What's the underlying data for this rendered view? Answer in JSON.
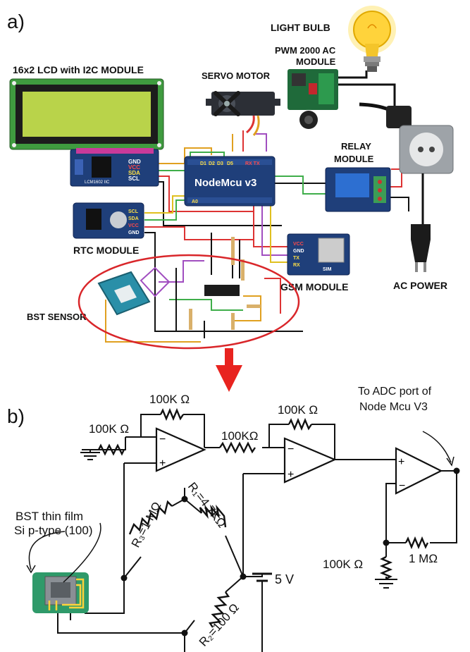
{
  "part_a": {
    "panel_label": "a)",
    "lcd": "16x2 LCD with I2C MODULE",
    "servo": "SERVO MOTOR",
    "bulb": "LIGHT BULB",
    "pwm_line1": "PWM 2000 AC",
    "pwm_line2": "MODULE",
    "relay_line1": "RELAY",
    "relay_line2": "MODULE",
    "nodemcu": "NodeMcu v3",
    "rtc": "RTC MODULE",
    "gsm": "GSM MODULE",
    "bst": "BST SENSOR",
    "ac_power": "AC POWER",
    "lcd_chip": "LCM1602 IIC",
    "pin_gnd": "GND",
    "pin_vcc": "VCC",
    "pin_sda": "SDA",
    "pin_scl": "SCL",
    "pin_tx": "TX",
    "pin_rx": "RX",
    "pin_d1": "D1",
    "pin_d2": "D2",
    "pin_d3": "D3",
    "pin_d5": "D5",
    "pin_rxtx": "RX TX",
    "pin_a0": "A0",
    "sim": "SIM"
  },
  "part_b": {
    "panel_label": "b)",
    "r_feedback1": "100K Ω",
    "r_input1": "100K Ω",
    "r_inter": "100KΩ",
    "r_feedback2": "100K Ω",
    "adc_line1": "To ADC port of",
    "adc_line2": "Node Mcu V3",
    "r3": "R₃=1 MΩ",
    "r1": "R₁=4.7KΩ",
    "r2": "R₂=100 Ω",
    "supply": "5 V",
    "bst_line1": "BST thin film",
    "bst_line2": "Si p-type (100)",
    "r_ground": "100K Ω",
    "r_fb3": "1 MΩ",
    "op_minus": "−",
    "op_plus": "+"
  },
  "colors": {
    "arrow": "#e8231f",
    "ellipse": "#d9262a",
    "lcd_screen": "#b9d34a",
    "board_blue": "#1f3f7a",
    "sensor_teal": "#2a8fa8",
    "bulb_yellow": "#ffd33b",
    "chip_green": "#2f9a6a"
  }
}
